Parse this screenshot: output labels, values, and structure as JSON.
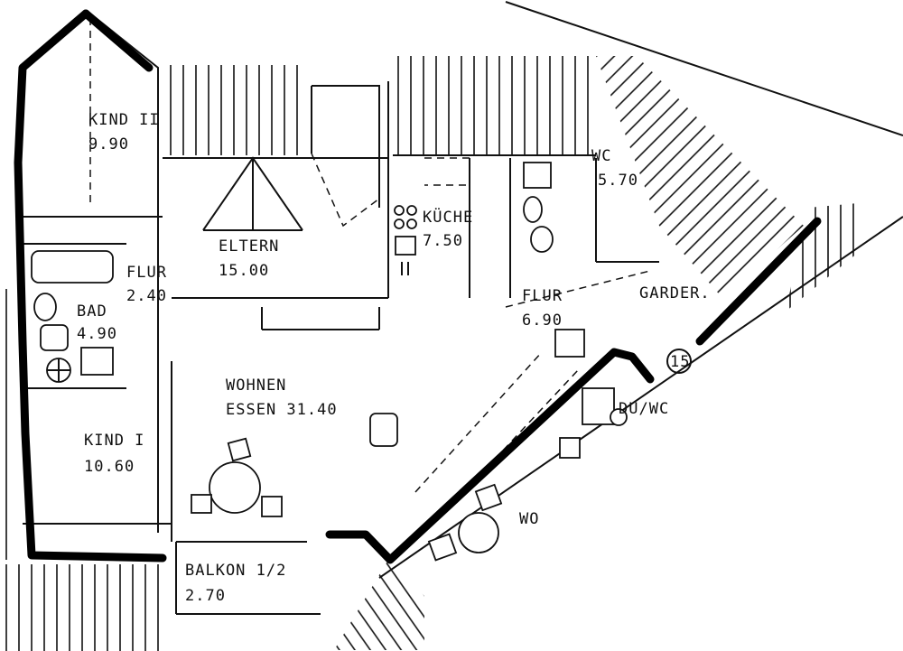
{
  "rooms": {
    "kind2": {
      "name": "KIND II",
      "area": "9.90"
    },
    "eltern": {
      "name": "ELTERN",
      "area": "15.00"
    },
    "kueche": {
      "name": "KÜCHE",
      "area": "7.50"
    },
    "wc": {
      "name": "WC",
      "area": "5.70"
    },
    "flur1": {
      "name": "FLUR",
      "area": "2.40"
    },
    "bad": {
      "name": "BAD",
      "area": "4.90"
    },
    "flur2": {
      "name": "FLUR",
      "area": "6.90"
    },
    "garderobe": {
      "name": "GARDER."
    },
    "wohnen": {
      "name": "WOHNEN",
      "area_line": "ESSEN 31.40"
    },
    "kind1": {
      "name": "KIND I",
      "area": "10.60"
    },
    "balkon": {
      "name": "BALKON 1/2",
      "area": "2.70"
    },
    "duwc": {
      "name": "DU/WC"
    },
    "wo_partial": {
      "name": "WO"
    }
  },
  "marker": {
    "number": "15"
  }
}
